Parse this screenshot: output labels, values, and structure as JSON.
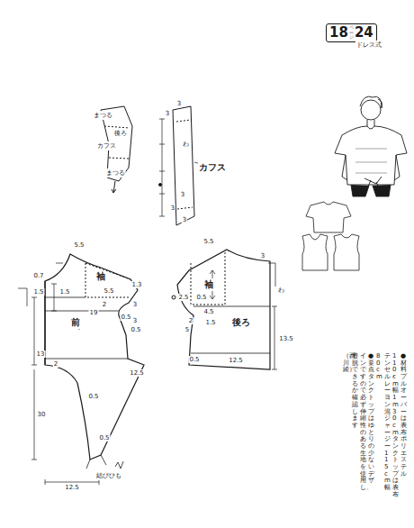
{
  "diagram": {
    "nodes": [
      {
        "text": [
          "18",
          "ページ",
          "24"
        ]
      }
    ],
    "labels": [
      "ドレス式",
      "まつる",
      "後ろ",
      "カフス",
      "まつる",
      "3",
      "3",
      "わ",
      "カフス",
      "3",
      "3",
      "3",
      "5.5",
      "0.7",
      "1.5",
      "袖",
      "1.5",
      "5.5",
      "1.3",
      "2",
      "3",
      "19",
      "0.5",
      "前",
      "3",
      "0.5",
      "13",
      "2",
      "12.5",
      "30",
      "0.5",
      "0.5",
      "12.5",
      "結びひも",
      "5.5",
      "3",
      "袖",
      "2.5",
      "わ",
      "0.5",
      "4.5",
      "1.5",
      "後ろ",
      "2",
      "5",
      "13.5",
      "0.5",
      "12.5",
      "●材料　プルオーバーは表布ポリエステル",
      "110cm幅1m30cm、タンクトップは表布",
      "テンセル・レーヨン混ジャージー115cm幅",
      "80cm",
      "●要点　タンクトップはゆとりの少ないデザ",
      "インですので必ず伸縮性のある生地を使用し、",
      "着脱できるか確認します",
      "（西川綾）"
    ]
  }
}
